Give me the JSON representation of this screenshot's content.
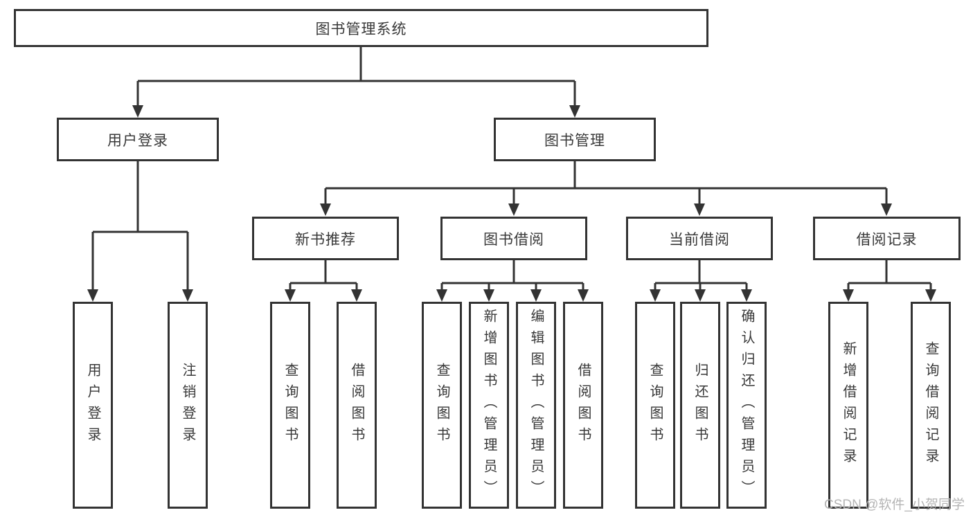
{
  "watermark": "CSDN @软件_小贺同学",
  "colors": {
    "line": "#333333",
    "text": "#383838",
    "watermark": "#b5b5b5",
    "background": "#ffffff"
  },
  "tree": {
    "root": "图书管理系统",
    "children": [
      {
        "label": "用户登录",
        "children": [
          "用户登录",
          "注销登录"
        ]
      },
      {
        "label": "图书管理",
        "children": [
          {
            "label": "新书推荐",
            "children": [
              "查询图书",
              "借阅图书"
            ]
          },
          {
            "label": "图书借阅",
            "children": [
              "查询图书",
              "新增图书（管理员）",
              "编辑图书（管理员）",
              "借阅图书"
            ]
          },
          {
            "label": "当前借阅",
            "children": [
              "查询图书",
              "归还图书",
              "确认归还（管理员）"
            ]
          },
          {
            "label": "借阅记录",
            "children": [
              "新增借阅记录",
              "查询借阅记录"
            ]
          }
        ]
      }
    ]
  }
}
